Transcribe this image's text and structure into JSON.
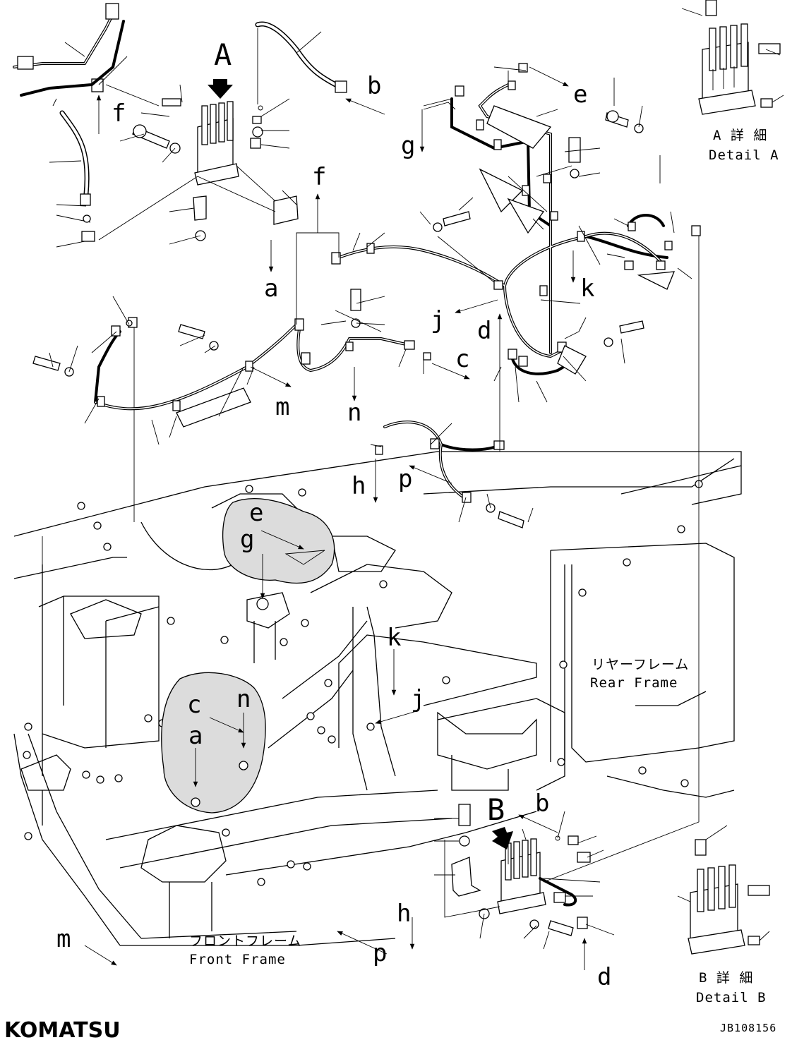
{
  "labels": {
    "detail_a_marker": "A",
    "detail_b_marker": "B",
    "a": "a",
    "b": "b",
    "c": "c",
    "d": "d",
    "e": "e",
    "f": "f",
    "g": "g",
    "h": "h",
    "j": "j",
    "k": "k",
    "m": "m",
    "n": "n",
    "p": "p"
  },
  "captions": {
    "detail_a_jp": "A 詳 細",
    "detail_a_en": "Detail A",
    "detail_b_jp": "B 詳 細",
    "detail_b_en": "Detail B",
    "rear_frame_jp": "リヤーフレーム",
    "rear_frame_en": "Rear Frame",
    "front_frame_jp": "フロントフレーム",
    "front_frame_en": "Front Frame"
  },
  "footer": {
    "brand": "KOMATSU",
    "drawing_code": "JB108156"
  }
}
